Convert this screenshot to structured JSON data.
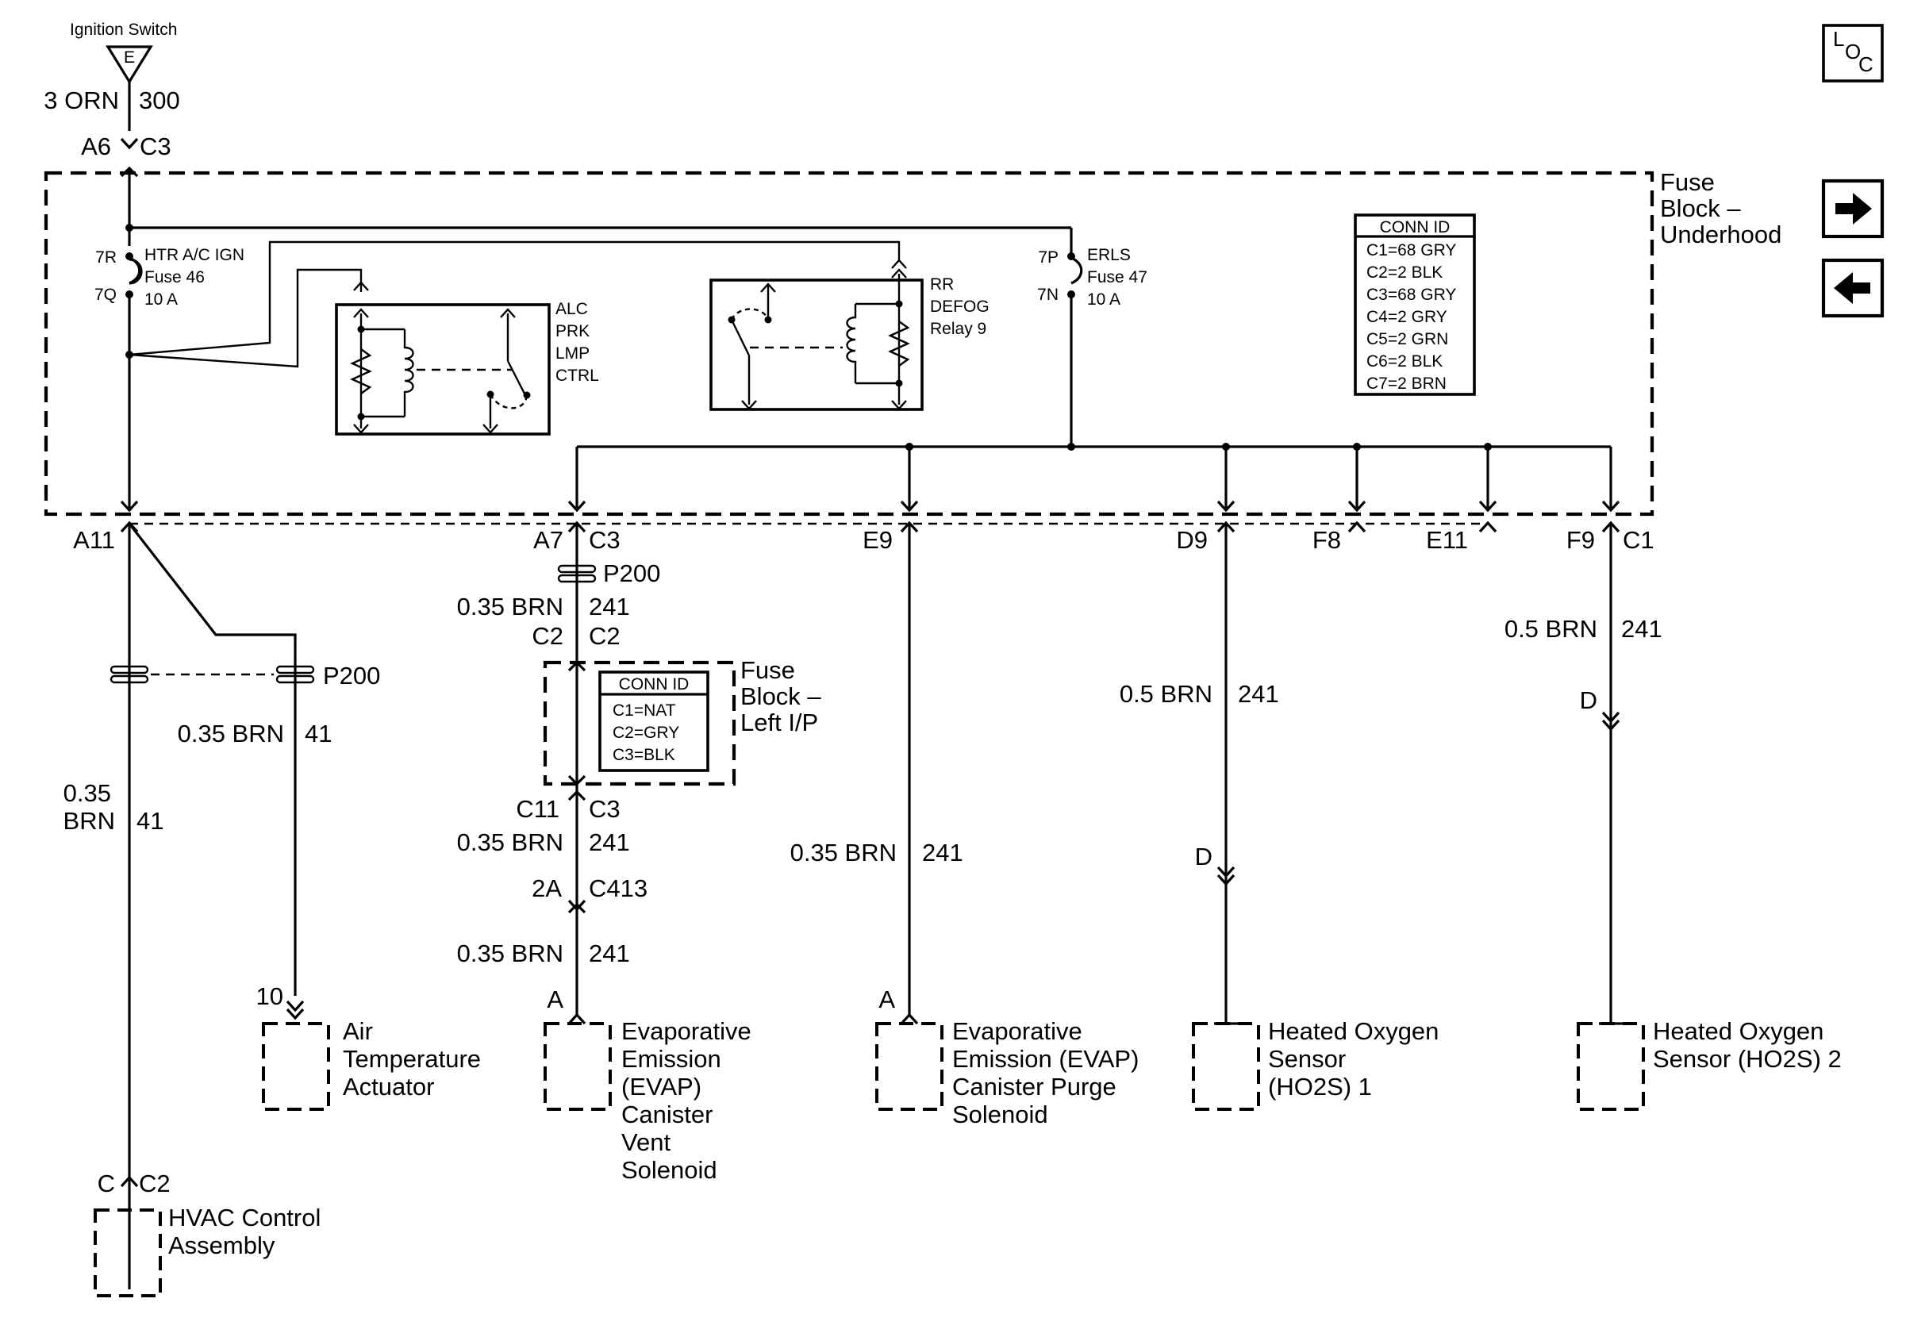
{
  "ignition": {
    "label": "Ignition Switch",
    "terminal": "E",
    "wire_color": "3 ORN",
    "circuit": "300",
    "pin": "A6",
    "conn": "C3"
  },
  "fuse_block_underhood": {
    "title_lines": [
      "Fuse",
      "Block –",
      "Underhood"
    ],
    "fuse46": {
      "pin_in": "7R",
      "pin_out": "7Q",
      "name": "HTR A/C IGN",
      "fuse": "Fuse 46",
      "rating": "10 A"
    },
    "fuse47": {
      "pin_in": "7P",
      "pin_out": "7N",
      "name": "ERLS",
      "fuse": "Fuse 47",
      "rating": "10 A"
    },
    "alc_relay": [
      "ALC",
      "PRK",
      "LMP",
      "CTRL"
    ],
    "defog_relay": [
      "RR",
      "DEFOG",
      "Relay 9"
    ],
    "conn_id": {
      "header": "CONN ID",
      "items": [
        "C1=68 GRY",
        "C2=2 BLK",
        "C3=68 GRY",
        "C4=2 GRY",
        "C5=2 GRN",
        "C6=2 BLK",
        "C7=2 BRN"
      ]
    },
    "pins": {
      "a11": "A11",
      "a7": "A7",
      "a7_conn": "C3",
      "e9": "E9",
      "d9": "D9",
      "f8": "F8",
      "e11": "E11",
      "f9": "F9",
      "f9_conn": "C1"
    }
  },
  "fuse_block_left_ip": {
    "title_lines": [
      "Fuse",
      "Block –",
      "Left I/P"
    ],
    "conn_id": {
      "header": "CONN ID",
      "items": [
        "C1=NAT",
        "C2=GRY",
        "C3=BLK"
      ]
    },
    "in_pin": "C2",
    "in_conn": "C2",
    "out_pin": "C11",
    "out_conn": "C3"
  },
  "splice": "P200",
  "wires": {
    "w035brn": "0.35 BRN",
    "w035": "0.35",
    "wbrn": "BRN",
    "w05brn": "0.5 BRN",
    "c41": "41",
    "c241": "241"
  },
  "inline": {
    "c413_pin": "2A",
    "c413": "C413"
  },
  "components": {
    "air_temp": {
      "pin": "10",
      "lines": [
        "Air",
        "Temperature",
        "Actuator"
      ]
    },
    "hvac": {
      "pin": "C",
      "conn": "C2",
      "lines": [
        "HVAC Control",
        "Assembly"
      ]
    },
    "evap_vent": {
      "pin": "A",
      "lines": [
        "Evaporative",
        "Emission",
        "(EVAP)",
        "Canister",
        "Vent",
        "Solenoid"
      ]
    },
    "evap_purge": {
      "pin": "A",
      "lines": [
        "Evaporative",
        "Emission (EVAP)",
        "Canister Purge",
        "Solenoid"
      ]
    },
    "ho2s1": {
      "pin": "D",
      "lines": [
        "Heated Oxygen",
        "Sensor",
        "(HO2S) 1"
      ]
    },
    "ho2s2": {
      "pin": "D",
      "lines": [
        "Heated Oxygen",
        "Sensor (HO2S) 2"
      ]
    }
  },
  "nav": {
    "loc": [
      "L",
      "O",
      "C"
    ]
  }
}
